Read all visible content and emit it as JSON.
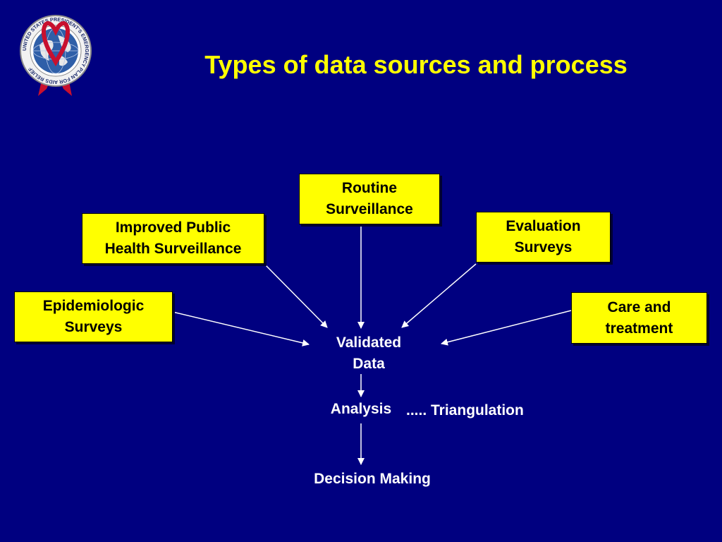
{
  "slide": {
    "title": "Types of data sources and process"
  },
  "logo": {
    "seal_text": "UNITED STATES PRESIDENT'S EMERGENCY PLAN FOR AIDS RELIEF",
    "colors": {
      "ribbon": "#C8102E",
      "ring": "#F2F2F2",
      "globe": "#2F5FA8"
    }
  },
  "sources": {
    "routine": "Routine\nSurveillance",
    "improved": "Improved Public\nHealth Surveillance",
    "evaluation": "Evaluation\nSurveys",
    "epidemiologic": "Epidemiologic\nSurveys",
    "care": "Care and\ntreatment"
  },
  "process": {
    "validated": "Validated\nData",
    "analysis": "Analysis",
    "triangulation": "..... Triangulation",
    "decision": "Decision Making"
  },
  "colors": {
    "background": "#000080",
    "title": "#FFFF00",
    "box": "#FFFF00",
    "box_text": "#000000",
    "label_text": "#FFFFFF",
    "arrow": "#FFFFFF"
  }
}
